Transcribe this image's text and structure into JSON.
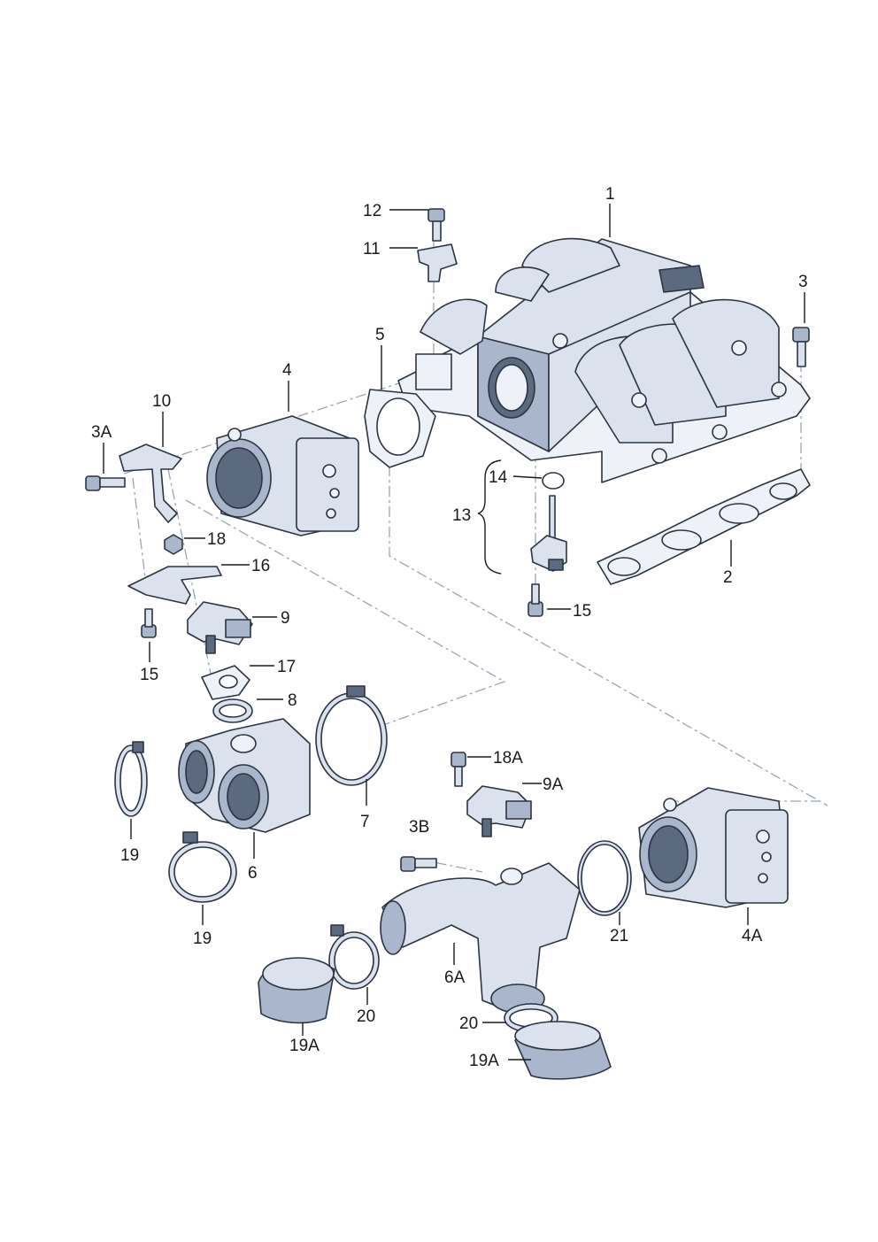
{
  "diagram": {
    "labels": {
      "l1": "1",
      "l2": "2",
      "l3": "3",
      "l3A": "3A",
      "l3B": "3B",
      "l4": "4",
      "l4A": "4A",
      "l5": "5",
      "l6": "6",
      "l6A": "6A",
      "l7": "7",
      "l8": "8",
      "l9": "9",
      "l9A": "9A",
      "l10": "10",
      "l11": "11",
      "l12": "12",
      "l13": "13",
      "l14": "14",
      "l15a": "15",
      "l15b": "15",
      "l16": "16",
      "l17": "17",
      "l18": "18",
      "l18A": "18A",
      "l19a": "19",
      "l19b": "19",
      "l19Aa": "19A",
      "l19Ab": "19A",
      "l20a": "20",
      "l20b": "20",
      "l21": "21"
    }
  },
  "colors": {
    "part_body": "#dbe2ee",
    "part_shadow": "#5c6a80",
    "part_mid": "#a9b6cc",
    "outline": "#2b3440",
    "dash_line": "#9aa6b8"
  }
}
